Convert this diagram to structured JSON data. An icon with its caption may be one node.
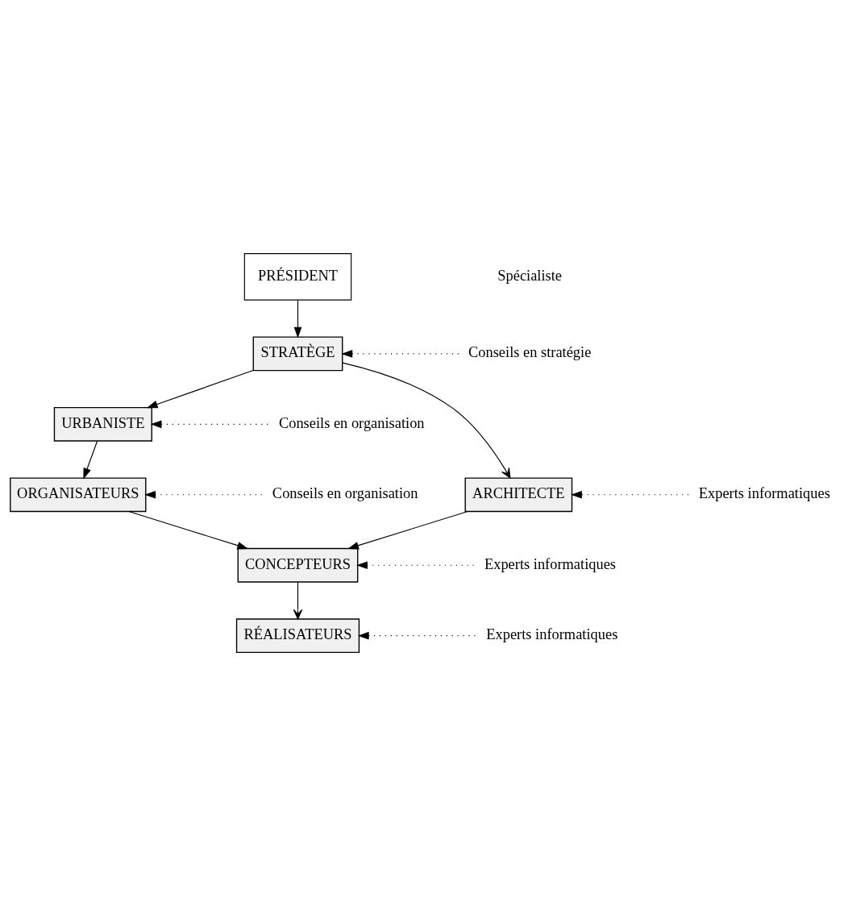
{
  "diagram": {
    "nodes": [
      {
        "text": [
          "PRÉSIDENT"
        ]
      },
      {
        "text": [
          "STRATÈGE"
        ]
      },
      {
        "text": [
          "URBANISTE"
        ]
      },
      {
        "text": [
          "ARCHITECTE"
        ]
      },
      {
        "text": [
          "ORGANISATEURS"
        ]
      },
      {
        "text": [
          "CONCEPTEURS"
        ]
      },
      {
        "text": [
          "RÉALISATEURS"
        ]
      },
      {
        "text": [
          "Conseils en stratégie"
        ]
      },
      {
        "text": [
          "Conseils en organisation"
        ]
      },
      {
        "text": [
          "Experts informatiques"
        ]
      },
      {
        "text": [
          "Conseils en organisation"
        ]
      },
      {
        "text": [
          "Experts informatiques"
        ]
      },
      {
        "text": [
          "Experts informatiques"
        ]
      }
    ],
    "edges": [
      {
        "from": 0,
        "to": 1,
        "arrow": "to"
      },
      {
        "from": 1,
        "to": 2,
        "arrow": "to"
      },
      {
        "from": 1,
        "to": 3,
        "arrow": "to"
      },
      {
        "from": 2,
        "to": 4,
        "arrow": "to"
      },
      {
        "from": 3,
        "to": 5,
        "arrow": "to"
      },
      {
        "from": 4,
        "to": 5,
        "arrow": "to"
      },
      {
        "from": 5,
        "to": 6,
        "arrow": "to"
      },
      {
        "from": 7,
        "to": 1,
        "arrow": "to",
        "style": "dashed"
      },
      {
        "from": 8,
        "to": 2,
        "arrow": "to",
        "style": "dashed"
      },
      {
        "from": 9,
        "to": 3,
        "arrow": "to",
        "style": "dashed"
      },
      {
        "from": 10,
        "to": 4,
        "arrow": "to",
        "style": "dashed"
      },
      {
        "from": 11,
        "to": 5,
        "arrow": "to",
        "style": "dashed"
      },
      {
        "from": 12,
        "to": 6,
        "arrow": "to",
        "style": "dashed"
      }
    ],
    "labels": [
      "Spécialiste"
    ]
  }
}
